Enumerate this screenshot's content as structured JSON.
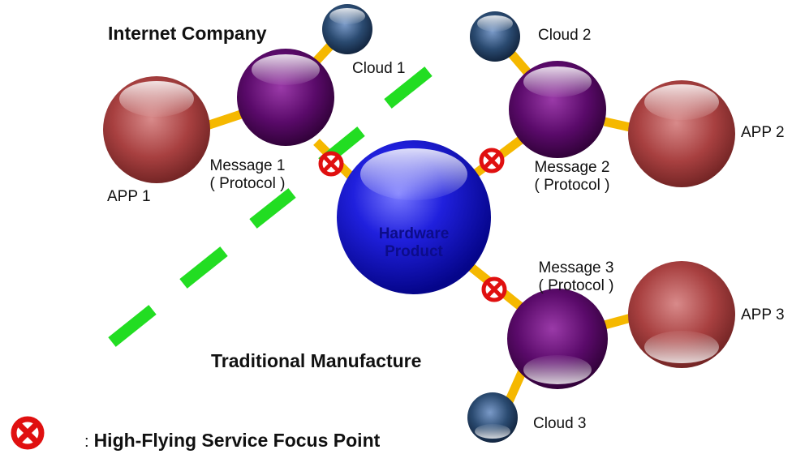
{
  "headings": {
    "internet_company": "Internet Company",
    "traditional_manufacture": "Traditional Manufacture"
  },
  "nodes": {
    "hardware": {
      "line1": "Hardware",
      "line2": "Product"
    },
    "app1": "APP 1",
    "app2": "APP 2",
    "app3": "APP 3",
    "cloud1": "Cloud 1",
    "cloud2": "Cloud 2",
    "cloud3": "Cloud 3",
    "message1": {
      "title": "Message 1",
      "sub": "( Protocol )"
    },
    "message2": {
      "title": "Message 2",
      "sub": "( Protocol )"
    },
    "message3": {
      "title": "Message 3",
      "sub": "( Protocol )"
    }
  },
  "legend": {
    "colon": ":",
    "text": "High-Flying Service Focus Point"
  },
  "colors": {
    "connector": "#f5b800",
    "boundary": "#22dd22",
    "focus_marker": "#e01010",
    "hardware": "#1010c8",
    "message": "#5a0a6a",
    "app": "#a84040",
    "cloud": "#2a4a70"
  }
}
